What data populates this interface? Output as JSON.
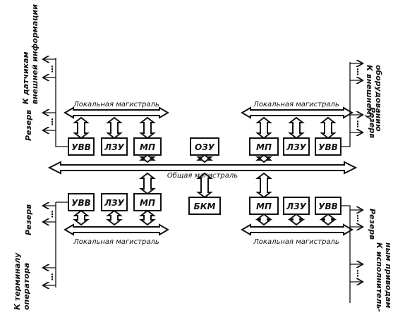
{
  "main_bus": {
    "label": "Общая магистраль"
  },
  "local_bus_label": "Локальная магистраль",
  "blocks": {
    "top_left": [
      "УВВ",
      "ЛЗУ",
      "МП"
    ],
    "top_mid": "ОЗУ",
    "top_right": [
      "МП",
      "ЛЗУ",
      "УВВ"
    ],
    "bot_left": [
      "УВВ",
      "ЛЗУ",
      "МП"
    ],
    "bot_mid": "БКМ",
    "bot_right": [
      "МП",
      "ЛЗУ",
      "УВВ"
    ]
  },
  "side_labels": {
    "top_left_main": [
      "К датчикам",
      "внешней информации"
    ],
    "top_left_res": "Резерв",
    "top_right_main": [
      "К внешнему",
      "оборудованию"
    ],
    "top_right_res": "Резерв",
    "bot_left_res": "Резерв",
    "bot_left_main": [
      "К терминалу",
      "оператора"
    ],
    "bot_right_res": "Резерв",
    "bot_right_main": [
      "К исполнитель-",
      "ным приводам"
    ]
  },
  "ellipsis": "⋮"
}
